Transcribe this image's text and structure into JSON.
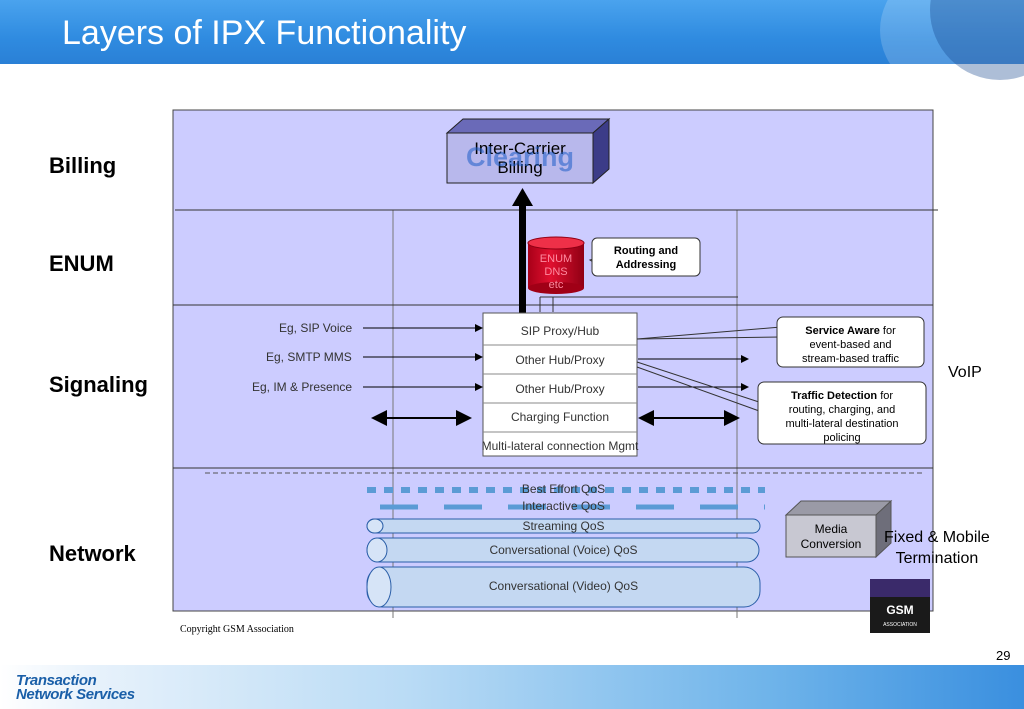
{
  "slide": {
    "title": "Layers of IPX Functionality",
    "page_number": "29",
    "copyright": "Copyright GSM Association"
  },
  "layers": {
    "billing": "Billing",
    "enum": "ENUM",
    "signaling": "Signaling",
    "network": "Network"
  },
  "billing_box": {
    "line1": "Inter-Carrier",
    "line2": "Billing",
    "overlay": "Clearing"
  },
  "enum_db": {
    "line1": "ENUM",
    "line2": "DNS",
    "line3": "etc"
  },
  "routing_box": {
    "line1": "Routing and",
    "line2": "Addressing"
  },
  "signaling": {
    "inputs": [
      "Eg, SIP Voice",
      "Eg, SMTP MMS",
      "Eg, IM & Presence"
    ],
    "hub_rows": [
      "SIP Proxy/Hub",
      "Other Hub/Proxy",
      "Other Hub/Proxy",
      "Charging Function",
      "Multi-lateral connection Mgmt"
    ]
  },
  "service_aware": {
    "bold": "Service Aware",
    "rest1": " for",
    "line2": "event-based and",
    "line3": "stream-based traffic"
  },
  "traffic_detection": {
    "bold": "Traffic Detection",
    "rest1": " for",
    "line2": "routing, charging, and",
    "line3": "multi-lateral destination",
    "line4": "policing"
  },
  "qos": [
    "Best Effort QoS",
    "Interactive QoS",
    "Streaming QoS",
    "Conversational (Voice) QoS",
    "Conversational (Video) QoS"
  ],
  "media_conversion": {
    "line1": "Media",
    "line2": "Conversion"
  },
  "side_labels": {
    "voip": "VoIP",
    "fixed_mobile_line1": "Fixed & Mobile",
    "fixed_mobile_line2": "Termination"
  },
  "footer": {
    "logo_line1": "Transaction",
    "logo_line2": "Network Services"
  },
  "colors": {
    "title_bar": "#2f8be0",
    "diagram_bg": "#ccccff",
    "qos_blue": "#5b9bd5",
    "enum_red": "#cc0022",
    "billing_blue": "#1e5fc8"
  }
}
